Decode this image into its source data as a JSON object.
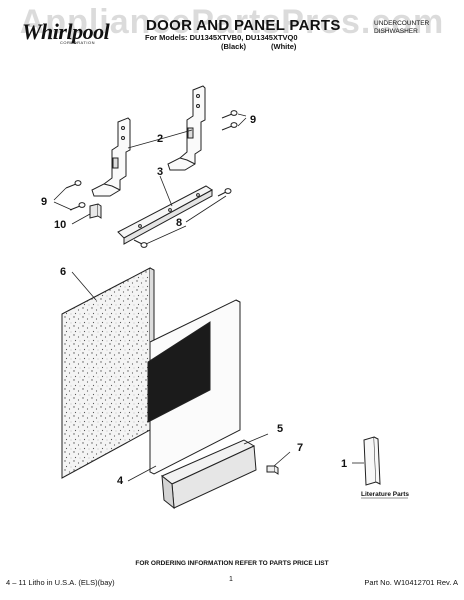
{
  "header": {
    "brand": "Whirlpool",
    "brand_sub": "CORPORATION",
    "title": "DOOR AND PANEL PARTS",
    "models_line": "For Models: DU1345XTVB0, DU1345XTVQ0",
    "model_black": "(Black)",
    "model_white": "(White)",
    "product_line1": "UNDERCOUNTER",
    "product_line2": "DISHWASHER"
  },
  "watermark": "AppliancePartsPros.com",
  "callouts": [
    "1",
    "2",
    "3",
    "4",
    "5",
    "6",
    "7",
    "8",
    "9",
    "9",
    "10"
  ],
  "literature_label": "Literature Parts",
  "footer": {
    "ordering_note": "FOR ORDERING INFORMATION REFER TO PARTS PRICE LIST",
    "litho": "4 – 11 Litho in U.S.A. (ELS)(bay)",
    "page_number": "1",
    "part_number": "Part No. W10412701 Rev. A"
  }
}
